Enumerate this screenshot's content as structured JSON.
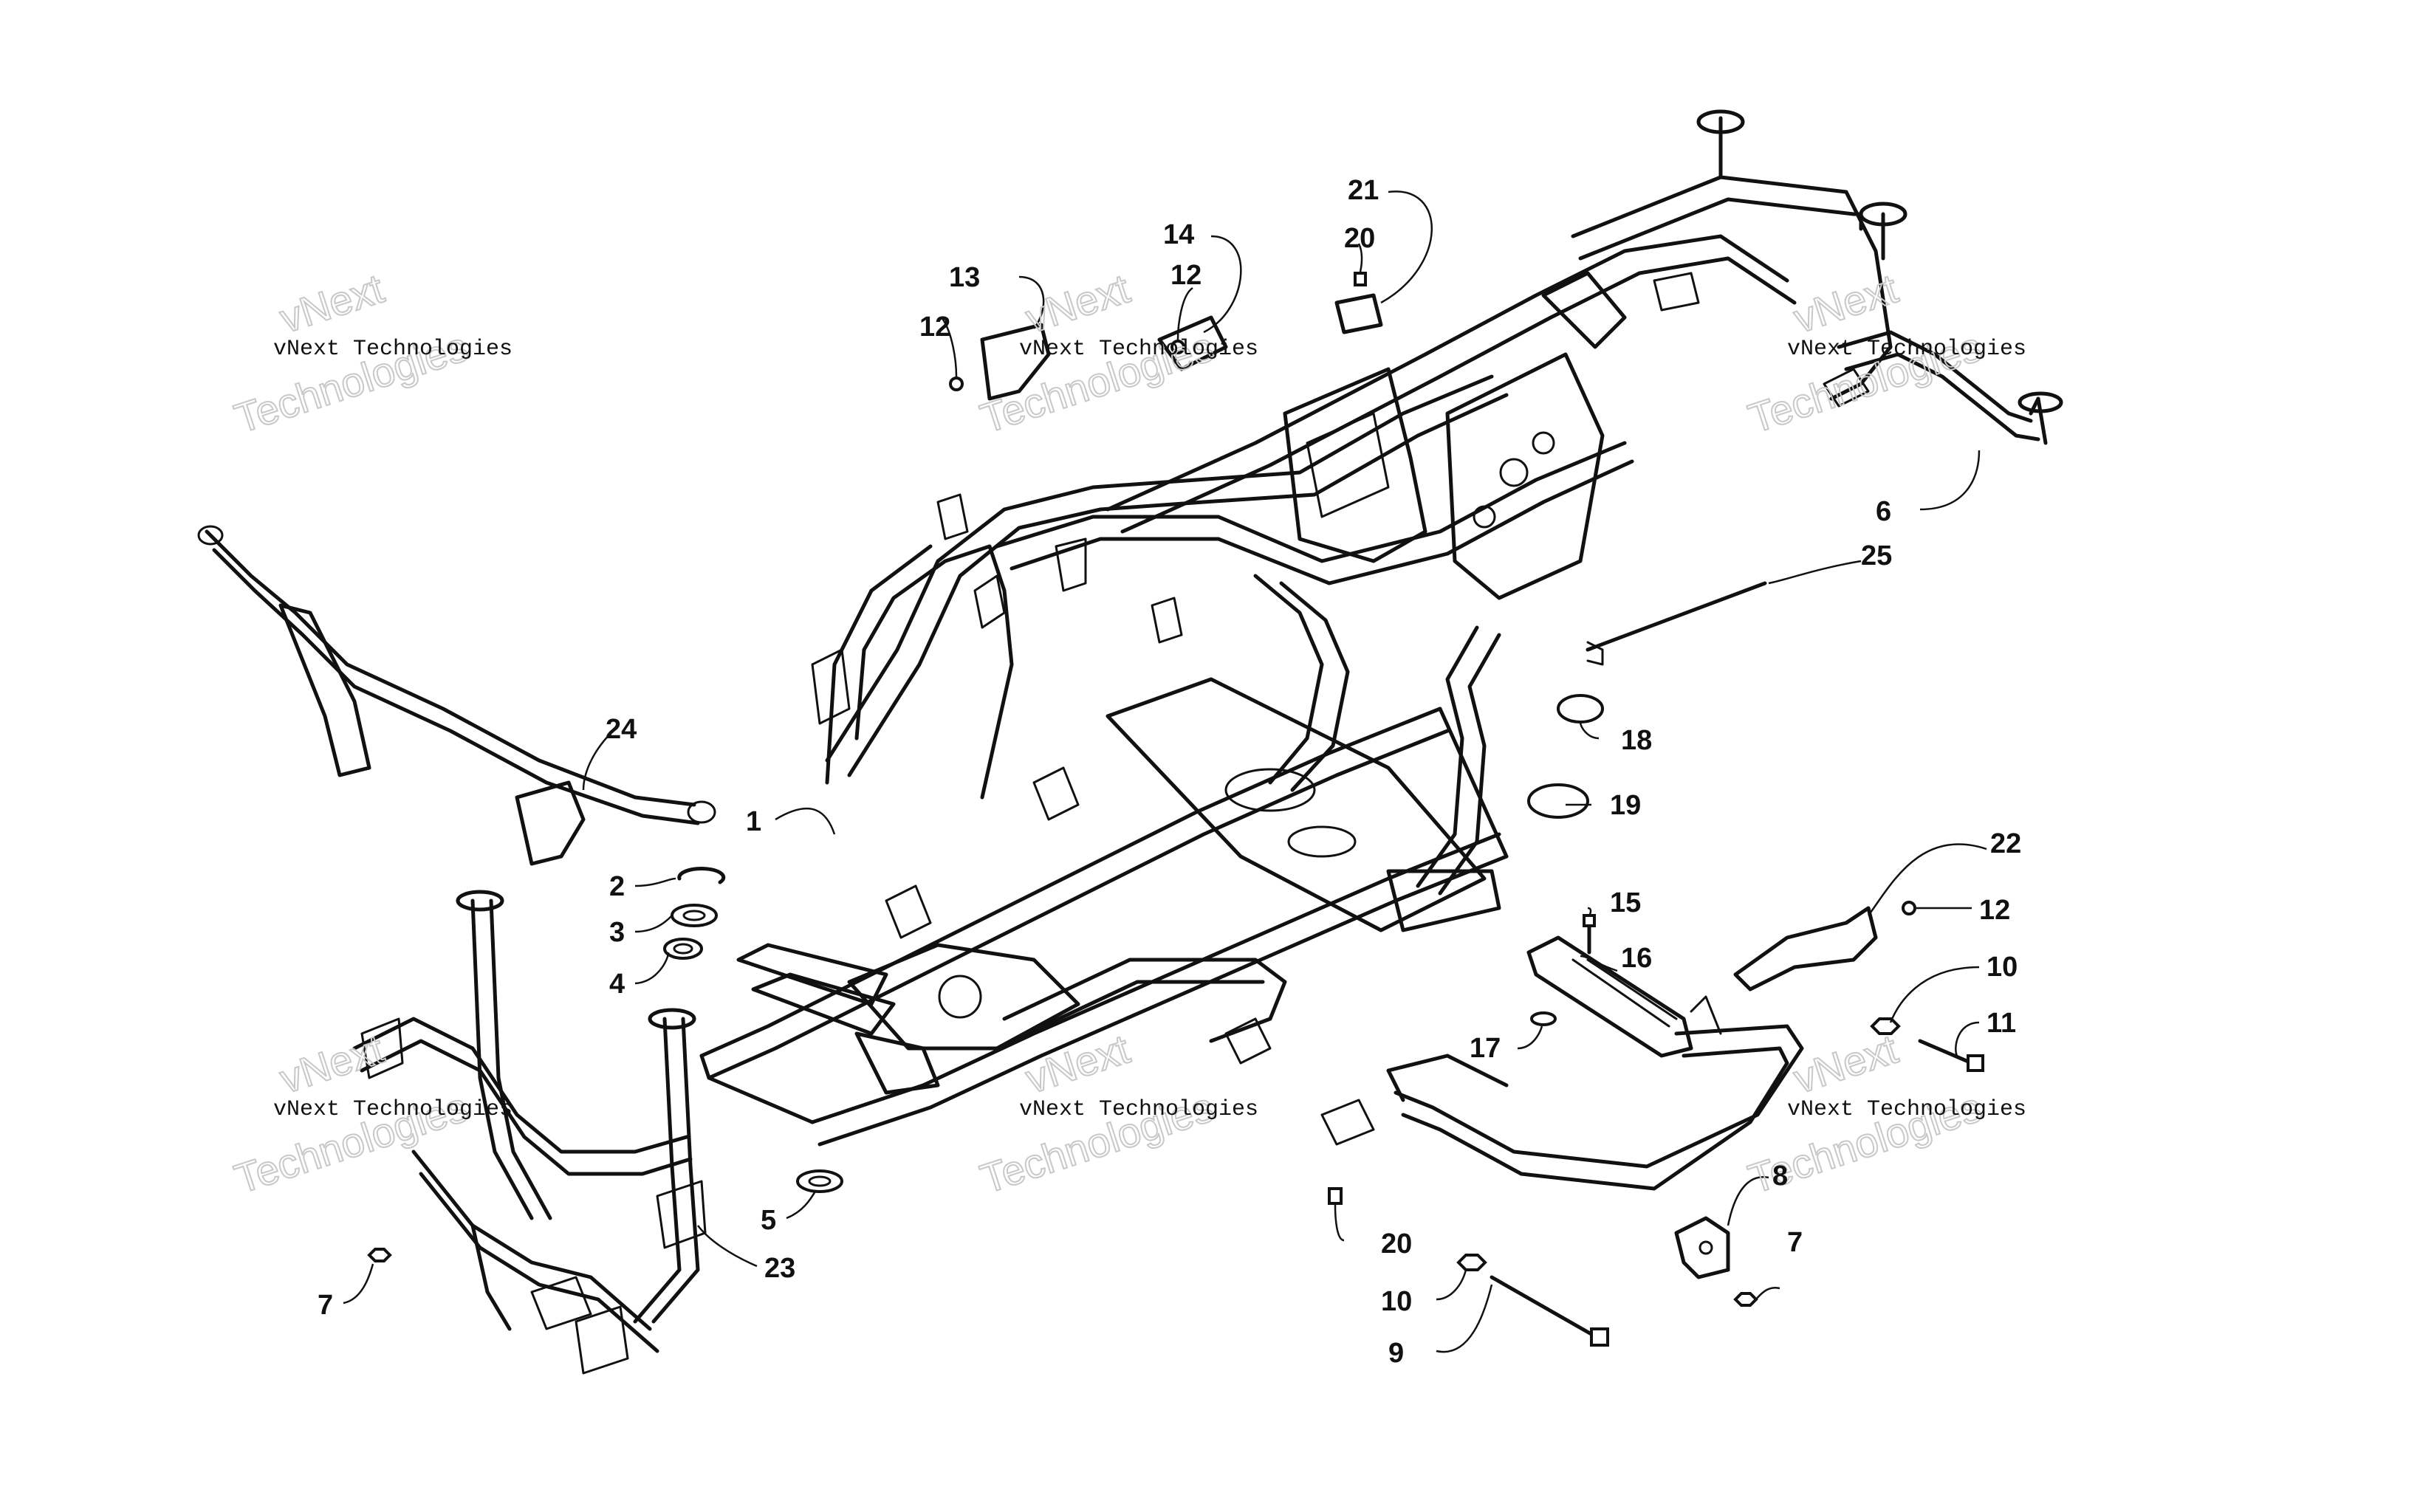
{
  "diagram": {
    "callouts": [
      {
        "id": "c1",
        "label": "1"
      },
      {
        "id": "c2",
        "label": "2"
      },
      {
        "id": "c3",
        "label": "3"
      },
      {
        "id": "c4",
        "label": "4"
      },
      {
        "id": "c5",
        "label": "5"
      },
      {
        "id": "c6",
        "label": "6"
      },
      {
        "id": "c7a",
        "label": "7"
      },
      {
        "id": "c7b",
        "label": "7"
      },
      {
        "id": "c8",
        "label": "8"
      },
      {
        "id": "c9",
        "label": "9"
      },
      {
        "id": "c10a",
        "label": "10"
      },
      {
        "id": "c10b",
        "label": "10"
      },
      {
        "id": "c11",
        "label": "11"
      },
      {
        "id": "c12a",
        "label": "12"
      },
      {
        "id": "c12b",
        "label": "12"
      },
      {
        "id": "c12c",
        "label": "12"
      },
      {
        "id": "c13",
        "label": "13"
      },
      {
        "id": "c14",
        "label": "14"
      },
      {
        "id": "c15",
        "label": "15"
      },
      {
        "id": "c16",
        "label": "16"
      },
      {
        "id": "c17",
        "label": "17"
      },
      {
        "id": "c18",
        "label": "18"
      },
      {
        "id": "c19",
        "label": "19"
      },
      {
        "id": "c20a",
        "label": "20"
      },
      {
        "id": "c20b",
        "label": "20"
      },
      {
        "id": "c21",
        "label": "21"
      },
      {
        "id": "c22",
        "label": "22"
      },
      {
        "id": "c23",
        "label": "23"
      },
      {
        "id": "c24",
        "label": "24"
      },
      {
        "id": "c25",
        "label": "25"
      }
    ],
    "watermark": {
      "small_text": "vNext Technologies",
      "big_line1": "vNext",
      "big_line2": "Technologies"
    }
  }
}
